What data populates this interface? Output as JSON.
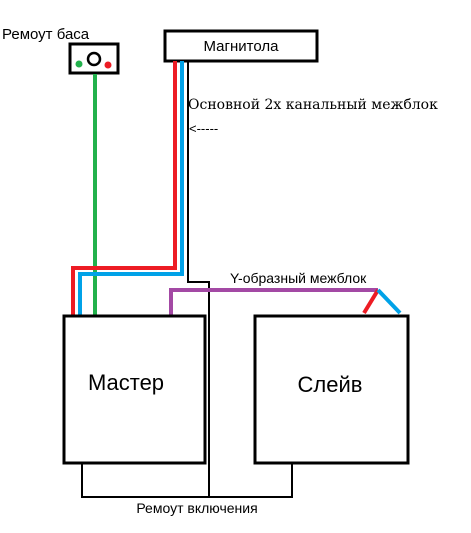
{
  "labels": {
    "bass_remote": "Ремоут баса",
    "head_unit": "Магнитола",
    "main_interconnect": "Основной 2х канальный межблок",
    "arrow": "<-----",
    "y_interconnect": "Y-образный межблок",
    "master": "Мастер",
    "slave": "Слейв",
    "remote_on": "Ремоут включения"
  },
  "colors": {
    "background": "#ffffff",
    "outline": "#000000",
    "green_wire": "#22b14c",
    "red_wire": "#ed1c24",
    "blue_wire": "#00a2e8",
    "purple_wire": "#a349a4",
    "remote_dot_green": "#22b14c",
    "remote_dot_red": "#ed1c24"
  }
}
